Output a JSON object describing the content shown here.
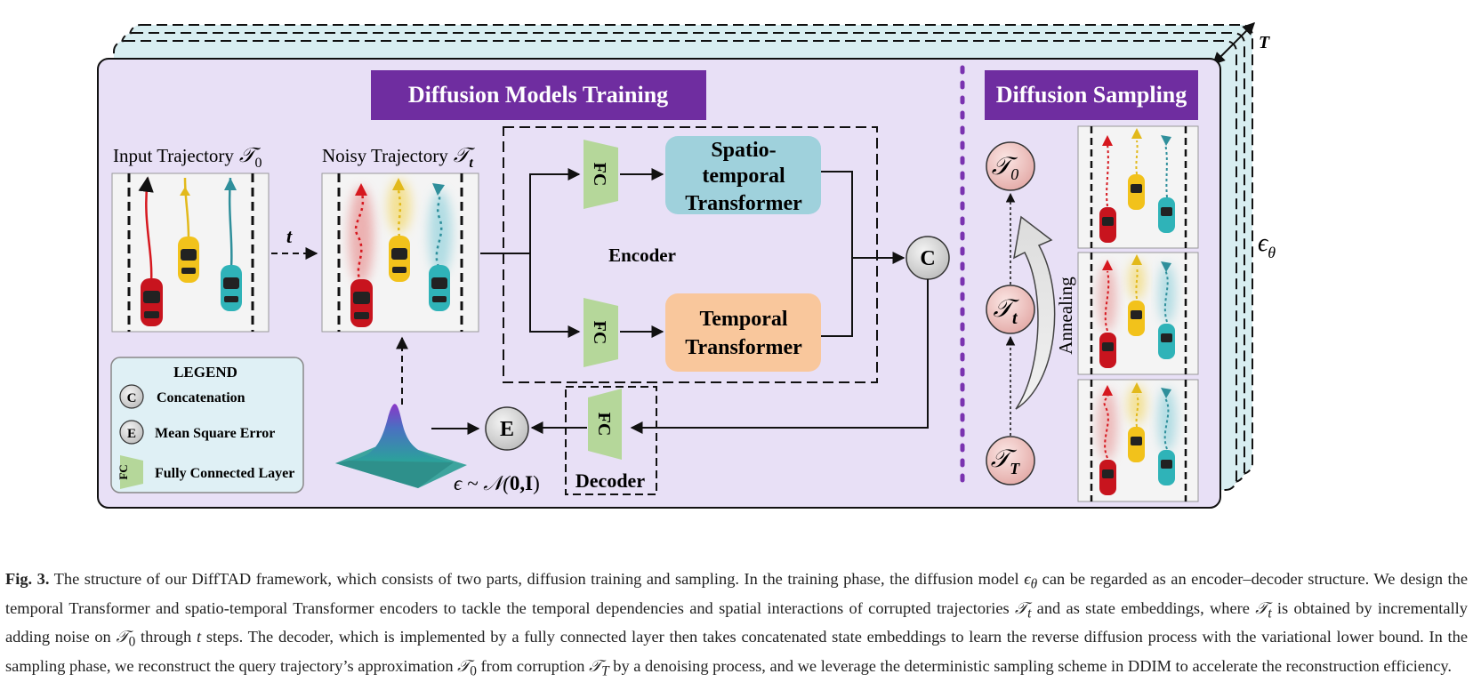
{
  "figure": {
    "training_title": "Diffusion Models Training",
    "sampling_title": "Diffusion Sampling",
    "stack_label": "T",
    "epsilon_label": "ϵ",
    "epsilon_sub": "θ",
    "input_label": "Input Trajectory",
    "input_sym": "𝒯",
    "input_sub": "0",
    "noisy_label": "Noisy Trajectory",
    "noisy_sym": "𝒯",
    "noisy_sub": "t",
    "t_arrow": "t",
    "encoder_label": "Encoder",
    "fc_label": "FC",
    "st_line1": "Spatio-",
    "st_line2": "temporal",
    "st_line3": "Transformer",
    "tt_line1": "Temporal",
    "tt_line2": "Transformer",
    "concat_symbol": "C",
    "mse_symbol": "E",
    "decoder_label": "Decoder",
    "noise_eq_prefix": "ϵ ~ 𝒩(",
    "noise_eq_bold": "0,I",
    "noise_eq_suffix": ")",
    "annealing": "Annealing",
    "node_t0_sym": "𝒯",
    "node_t0_sub": "0",
    "node_tt_sym": "𝒯",
    "node_tt_sub": "t",
    "node_tT_sym": "𝒯",
    "node_tT_sub": "T",
    "legend": {
      "title": "LEGEND",
      "items": [
        {
          "symbol": "C",
          "label": "Concatenation"
        },
        {
          "symbol": "E",
          "label": "Mean Square Error"
        },
        {
          "symbol": "FC",
          "label": "Fully Connected Layer"
        }
      ]
    },
    "colors": {
      "panel_bg": "#e8e0f6",
      "title_bg": "#6f2da0",
      "spatio_box": "#9fd1dc",
      "temporal_box": "#f9c79c",
      "fc_green": "#b5d79a",
      "legend_bg": "#dff0f5",
      "node_pink": "#efc3c1",
      "dotted_divider": "#7a33b0",
      "stack_teal": "#d8eef1"
    }
  },
  "caption": {
    "fig_label": "Fig. 3.",
    "p1": " The structure of our DiffTAD framework, which consists of two parts, diffusion training and sampling. In the training phase, the diffusion model ",
    "p1_eps": "ϵ",
    "p1_eps_sub": "θ",
    "p2": " can be regarded as an encoder–decoder structure. We design the temporal Transformer and spatio-temporal Transformer encoders to tackle the temporal dependencies and spatial interactions of corrupted trajectories ",
    "p2_sym": "𝒯",
    "p2_sub": "t",
    "p3": " and as state embeddings, where ",
    "p3_sym": "𝒯",
    "p3_sub": "t",
    "p4": " is obtained by incrementally adding noise on ",
    "p4_sym": "𝒯",
    "p4_sub": "0",
    "p5": " through ",
    "p5_t": "t",
    "p6": " steps. The decoder, which is implemented by a fully connected layer then takes concatenated state embeddings to learn the reverse diffusion process with the variational lower bound. In the sampling phase, we reconstruct the query trajectory’s approximation ",
    "p6_sym": "𝒯",
    "p6_sub": "0",
    "p7": " from corruption ",
    "p7_sym": "𝒯",
    "p7_sub": "T",
    "p8": " by a denoising process, and we leverage the deterministic sampling scheme in DDIM to accelerate the reconstruction efficiency."
  }
}
